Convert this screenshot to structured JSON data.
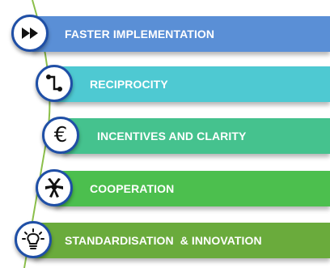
{
  "items": [
    {
      "label": "FASTER IMPLEMENTATION",
      "icon": "fast-forward-icon",
      "color": "#5a8fd6"
    },
    {
      "label": "RECIPROCITY",
      "icon": "workflow-steps-icon",
      "color": "#4ec9d2"
    },
    {
      "label": "INCENTIVES AND CLARITY",
      "icon": "euro-icon",
      "color": "#45c28e"
    },
    {
      "label": "COOPERATION",
      "icon": "hands-together-icon",
      "color": "#4cbf4e"
    },
    {
      "label": "STANDARDISATION  & INNOVATION",
      "icon": "lightbulb-icon",
      "color": "#6aab3c"
    }
  ],
  "euro_symbol": "€",
  "colors": {
    "circle_border": "#1f4fa6",
    "arc": "#8bbf4a"
  }
}
